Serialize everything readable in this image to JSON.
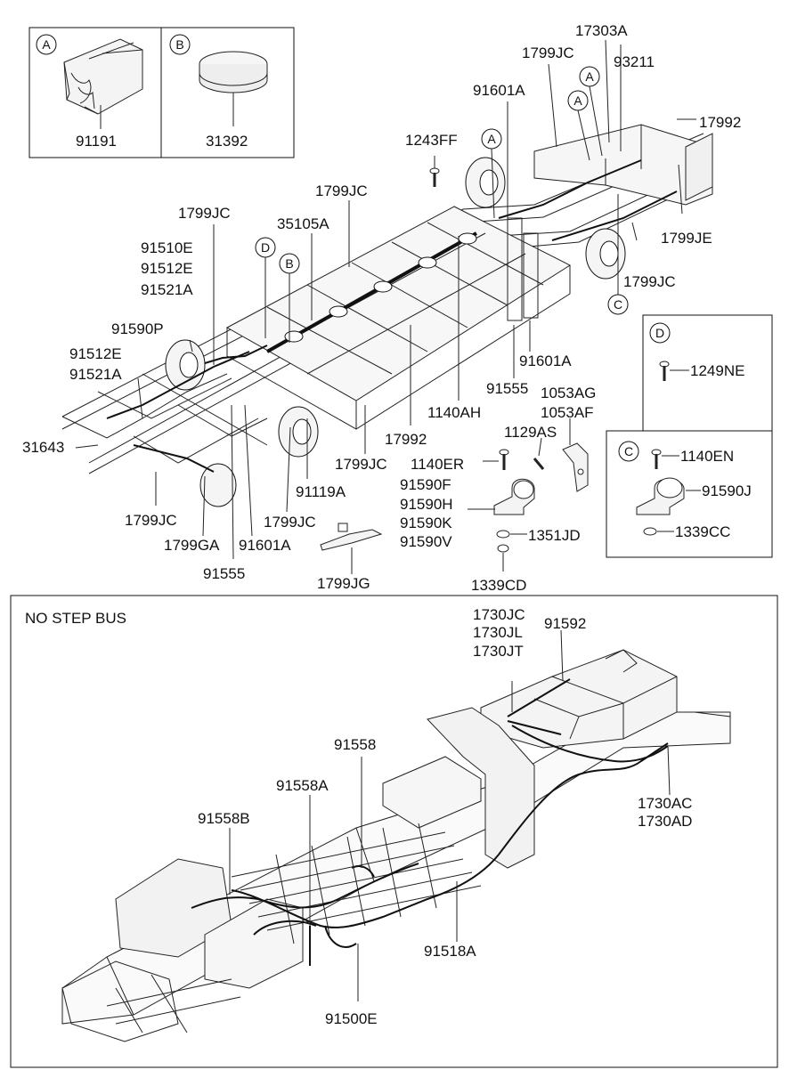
{
  "callouts": {
    "A": "A",
    "B": "B",
    "C": "C",
    "D": "D"
  },
  "inset_a": {
    "letter": "A",
    "part": "91191"
  },
  "inset_b": {
    "letter": "B",
    "part": "31392"
  },
  "inset_c": {
    "letter": "C",
    "parts": [
      "1140EN",
      "91590J",
      "1339CC"
    ]
  },
  "inset_d": {
    "letter": "D",
    "part": "1249NE"
  },
  "upper_labels": {
    "l17303A": "17303A",
    "l1799JC_top": "1799JC",
    "l93211": "93211",
    "l91601A_top": "91601A",
    "l17992_right": "17992",
    "l1243FF": "1243FF",
    "l1799JC_a": "1799JC",
    "l1799JC_b": "1799JC",
    "l35105A": "35105A",
    "l91510E": "91510E",
    "l91512E_a": "91512E",
    "l91521A_a": "91521A",
    "l91590P": "91590P",
    "l91512E_b": "91512E",
    "l91521A_b": "91521A",
    "l31643": "31643",
    "l1799JE": "1799JE",
    "l1799JC_c": "1799JC",
    "l91601A_mid": "91601A",
    "l91555_a": "91555",
    "l1053AG": "1053AG",
    "l1053AF": "1053AF",
    "l1140AH": "1140AH",
    "l17992_mid": "17992",
    "l1129AS": "1129AS",
    "l1799JC_d": "1799JC",
    "l1140ER": "1140ER",
    "l91590F": "91590F",
    "l91590H": "91590H",
    "l91590K": "91590K",
    "l91590V": "91590V",
    "l1351JD": "1351JD",
    "l1339CD": "1339CD",
    "l91119A": "91119A",
    "l1799JC_e": "1799JC",
    "l1799JC_f": "1799JC",
    "l1799GA": "1799GA",
    "l91601A_low": "91601A",
    "l91555_b": "91555",
    "l1799JG": "1799JG"
  },
  "lower": {
    "title": "NO STEP BUS",
    "l1730JC": "1730JC",
    "l1730JL": "1730JL",
    "l1730JT": "1730JT",
    "l91592": "91592",
    "l91558": "91558",
    "l91558A": "91558A",
    "l91558B": "91558B",
    "l1730AC": "1730AC",
    "l1730AD": "1730AD",
    "l91518A": "91518A",
    "l91500E": "91500E"
  }
}
